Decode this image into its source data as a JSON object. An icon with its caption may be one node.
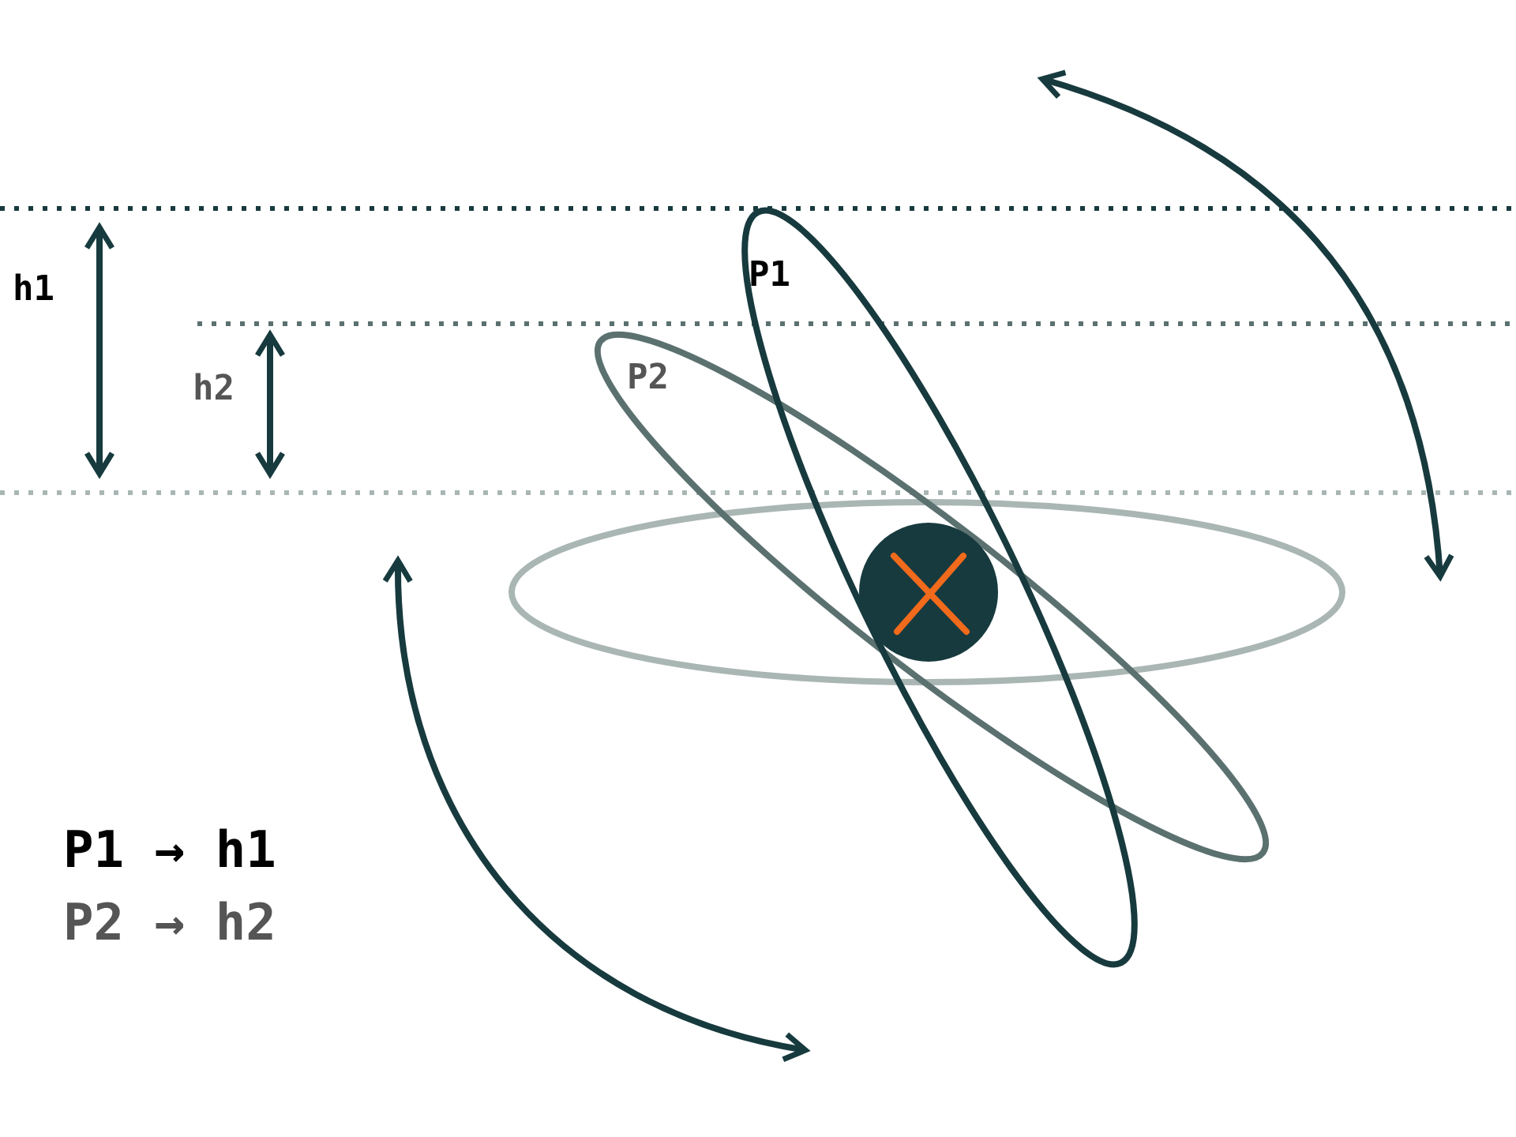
{
  "diagram": {
    "labels": [
      "h1",
      "h2",
      "P1",
      "P2",
      "P1 → h1",
      "P2 → h2"
    ]
  }
}
